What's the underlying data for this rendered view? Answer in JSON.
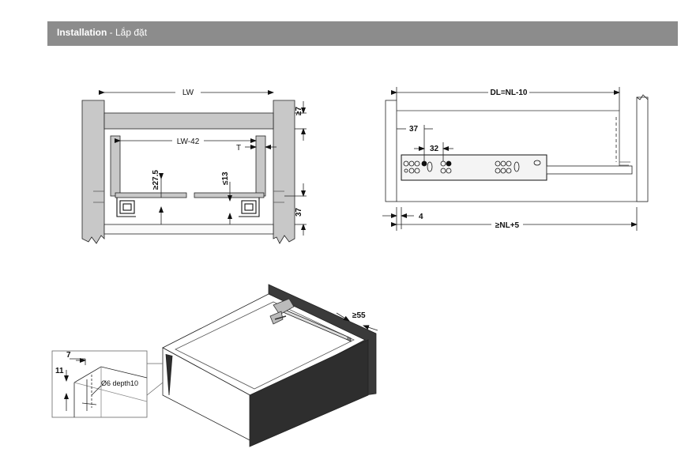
{
  "header": {
    "title_bold": "Installation",
    "title_rest": " - Lắp đặt"
  },
  "diagram1": {
    "lw": "LW",
    "lw42": "LW-42",
    "t": "T",
    "d27": "≥27.5",
    "d13": "≤13",
    "d7": "≥7",
    "d37": "37"
  },
  "diagram2": {
    "dl": "DL=NL-10",
    "d37": "37",
    "d32": "32",
    "d4": "4",
    "nl5": "≥NL+5"
  },
  "diagram3": {
    "d55": "≥55",
    "d7": "7",
    "d11": "11",
    "hole": "Ø6 depth10"
  },
  "colors": {
    "header_bg": "#8c8c8c",
    "panel_gray": "#c8c8c8",
    "dark_panel": "#2e2e2e"
  }
}
